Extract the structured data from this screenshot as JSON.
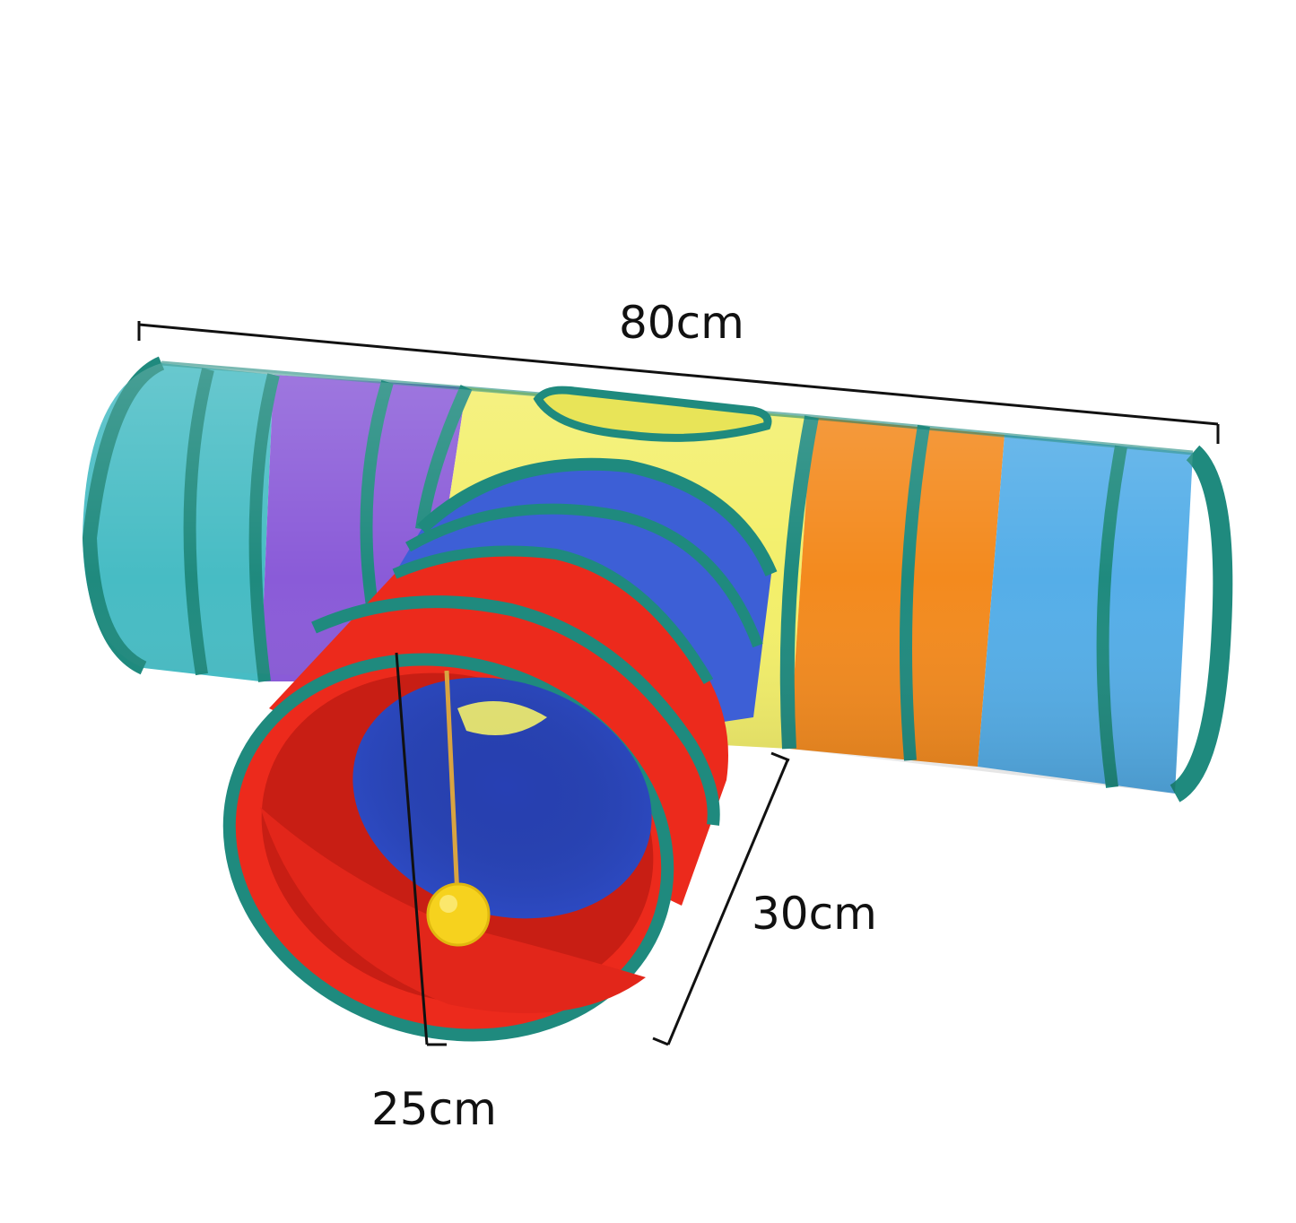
{
  "dimensions": {
    "length": "80cm",
    "branch_length": "30cm",
    "diameter": "25cm"
  },
  "colors": {
    "background": "#ffffff",
    "trim": "#1f8a7e",
    "segment_teal": "#47bcc4",
    "segment_purple": "#8a5bd8",
    "segment_yellow": "#f3ef6a",
    "segment_orange": "#f38a1e",
    "segment_lightblue": "#55aee8",
    "segment_blue": "#3d5fd6",
    "segment_red": "#ec2a1c",
    "ball": "#f6d21e"
  }
}
